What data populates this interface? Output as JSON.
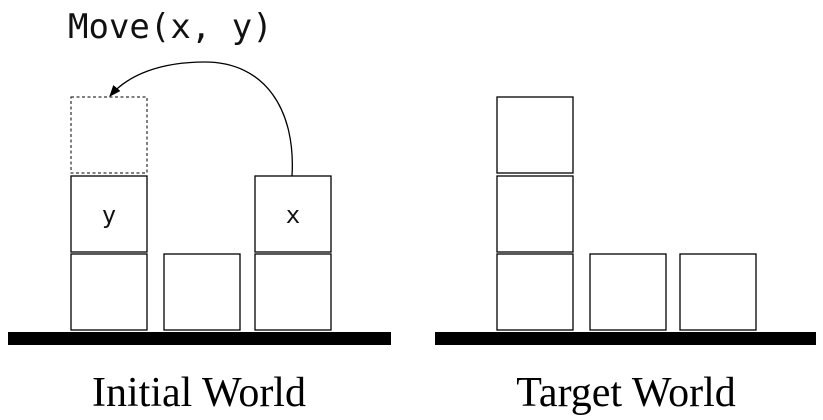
{
  "action_label": "Move(x, y)",
  "initial_world": {
    "caption": "Initial World",
    "block_labels": {
      "y": "y",
      "x": "x"
    }
  },
  "target_world": {
    "caption": "Target World"
  },
  "colors": {
    "block_stroke": "#000000",
    "ground": "#000000",
    "background": "#ffffff"
  }
}
